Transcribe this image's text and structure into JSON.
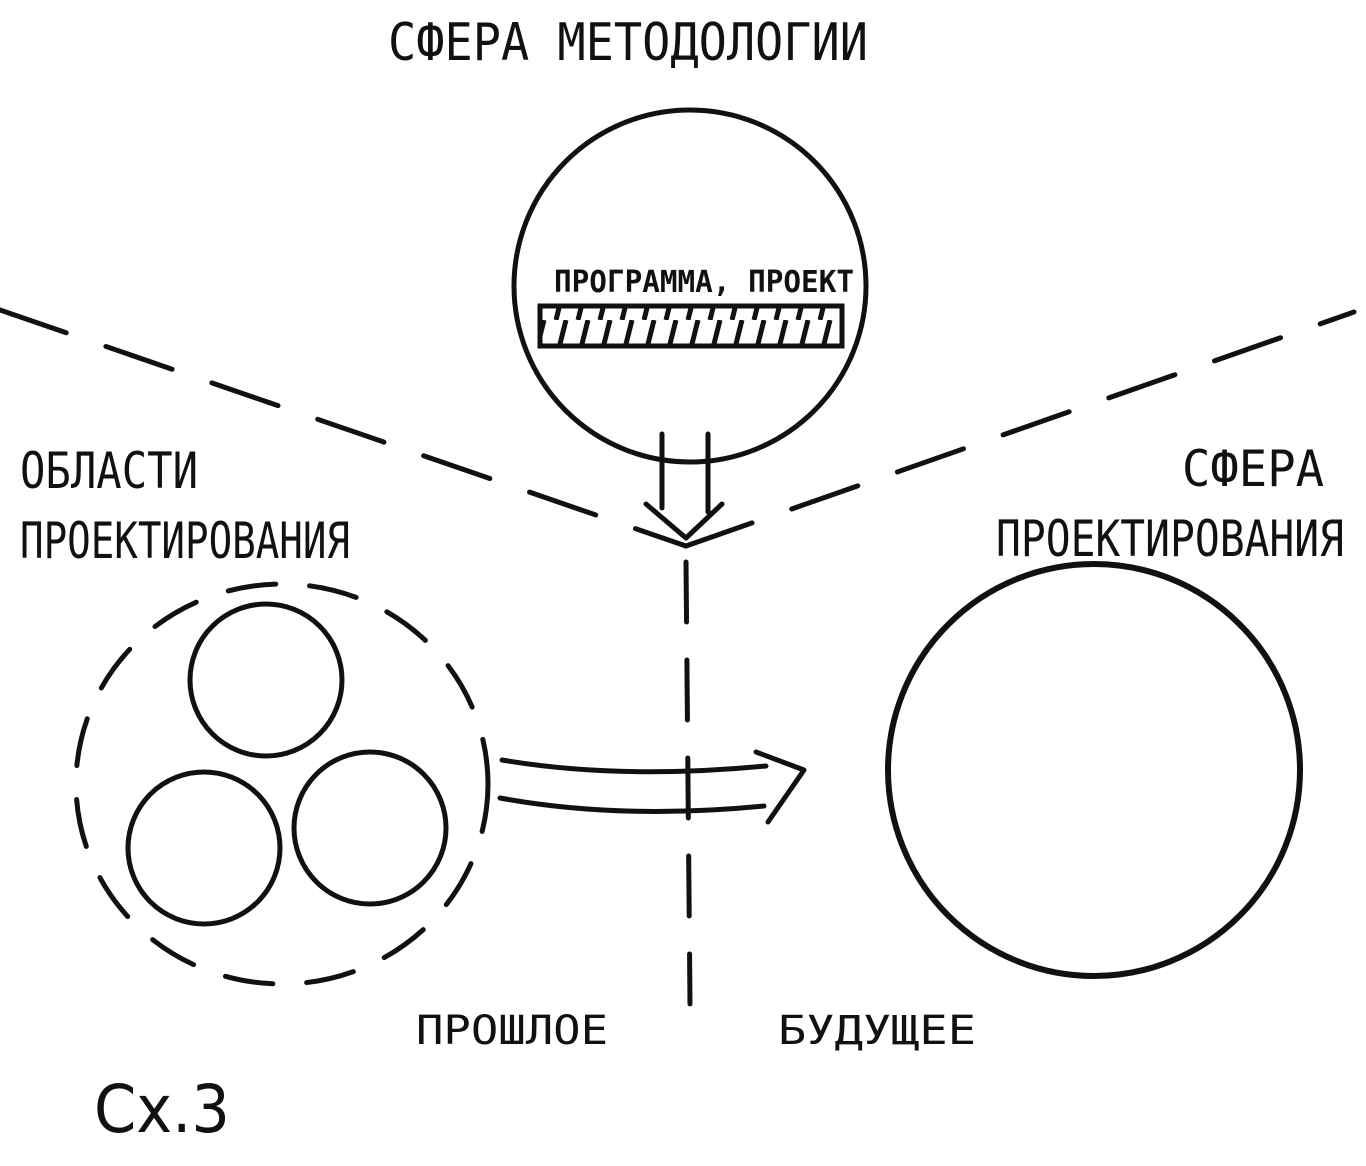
{
  "labels": {
    "methodology_sphere": "Сфера методологии",
    "program_project": "Программа, проект",
    "design_areas_line1": "Области",
    "design_areas_line2": "проектирования",
    "design_sphere_line1": "Сфера",
    "design_sphere_line2": "проектирования",
    "past": "прошлое",
    "future": "будущее",
    "scheme_number": "Сх.3"
  },
  "colors": {
    "ink": "#111111",
    "paper": "#ffffff"
  }
}
